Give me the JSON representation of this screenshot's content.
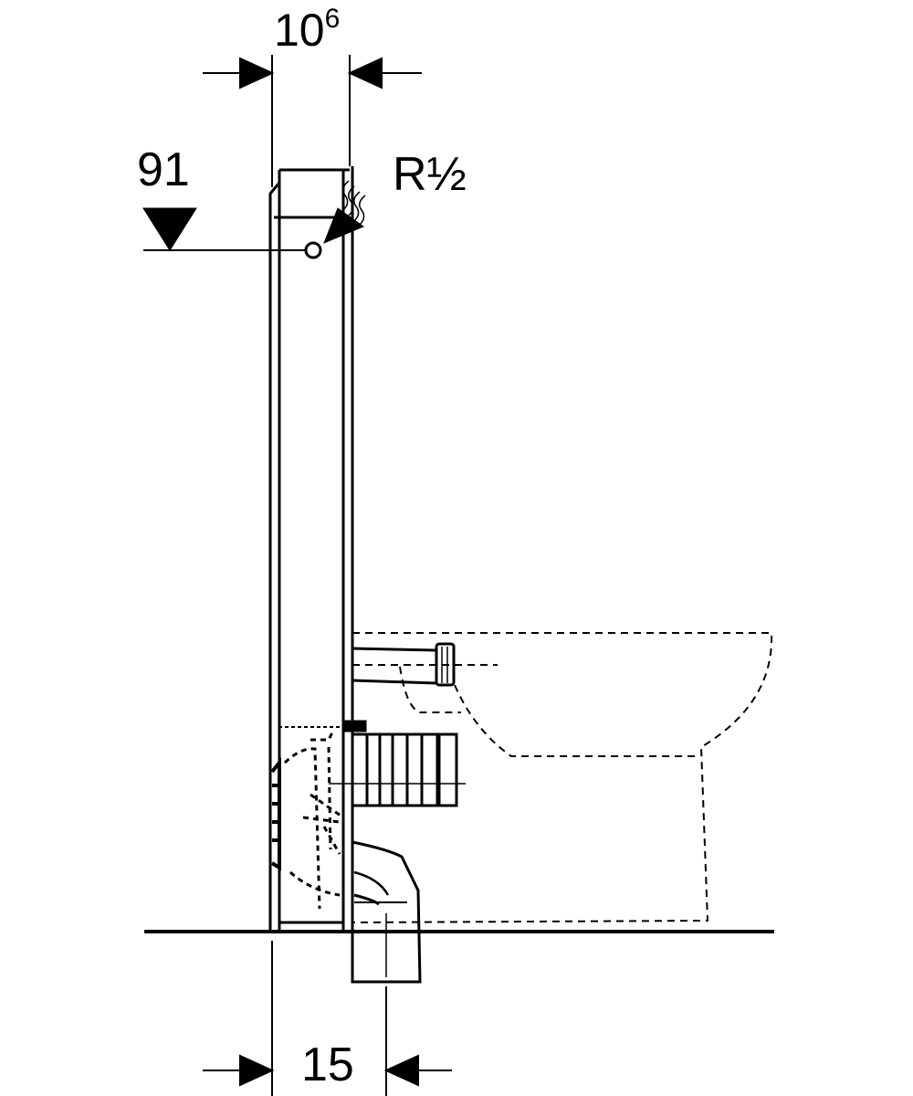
{
  "dimensions": {
    "module_depth": {
      "value": "10",
      "superscript": "6"
    },
    "connection_height": "91",
    "water_connection": "R½",
    "drain_offset": "15"
  },
  "colors": {
    "line": "#000000",
    "background": "#ffffff"
  }
}
